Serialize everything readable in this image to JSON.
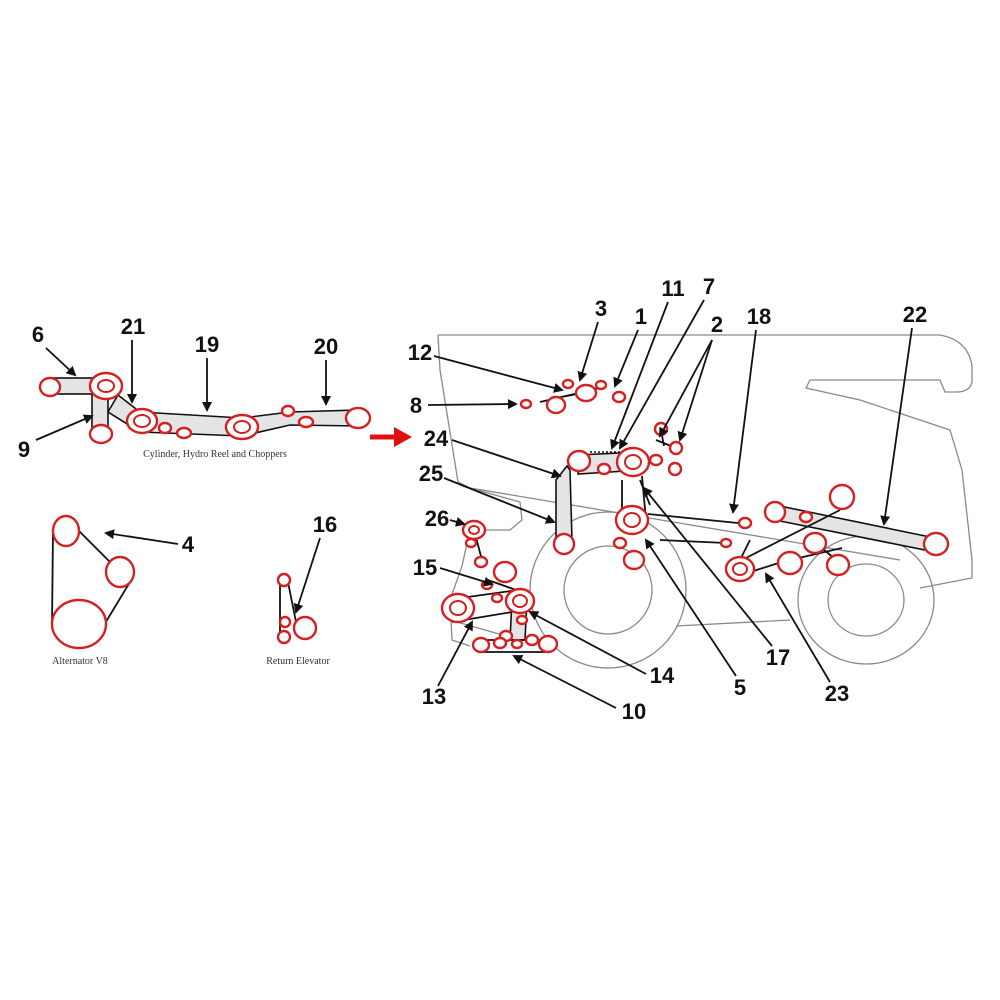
{
  "captions": {
    "cylinder": "Cylinder, Hydro Reel and Choppers",
    "alternator": "Alternator V8",
    "return_elevator": "Return Elevator"
  },
  "callouts": {
    "n1": "1",
    "n2": "2",
    "n3": "3",
    "n4": "4",
    "n5": "5",
    "n6": "6",
    "n7": "7",
    "n8": "8",
    "n9": "9",
    "n10": "10",
    "n11": "11",
    "n12": "12",
    "n13": "13",
    "n14": "14",
    "n15": "15",
    "n16": "16",
    "n17": "17",
    "n18": "18",
    "n19": "19",
    "n20": "20",
    "n21": "21",
    "n22": "22",
    "n23": "23",
    "n24": "24",
    "n25": "25",
    "n26": "26"
  },
  "colors": {
    "pulley": "#d42020",
    "pointer_arrow": "#e01010",
    "belt_fill": "#e4e4e4",
    "machine_outline": "#8a8a8a"
  }
}
